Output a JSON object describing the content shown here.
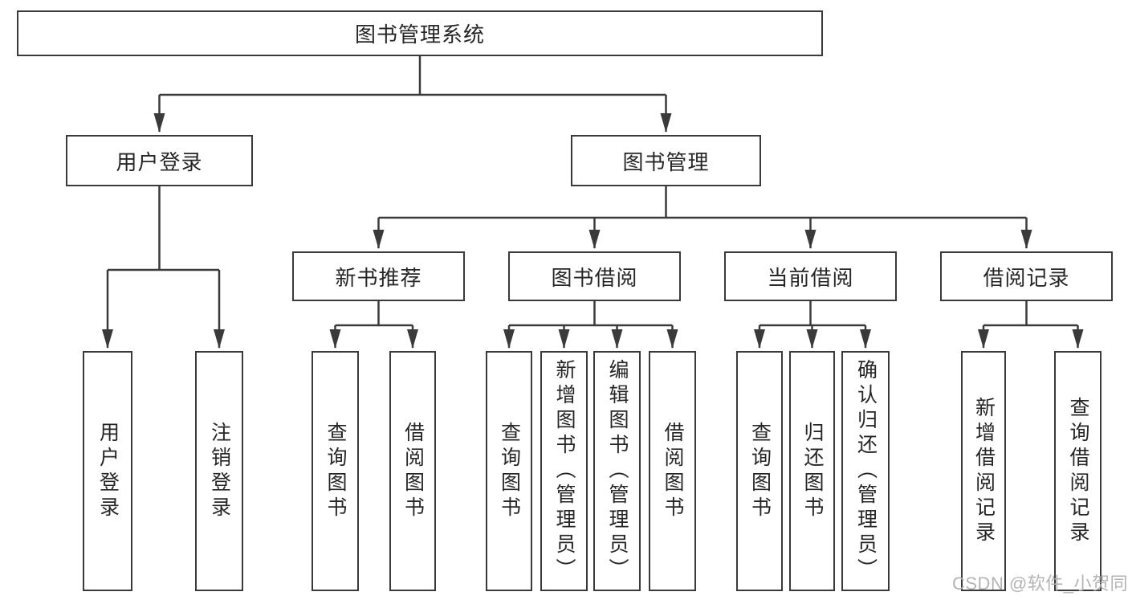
{
  "diagram": {
    "type": "hierarchy-tree",
    "background_color": "#ffffff",
    "line_color": "#3a3a3a",
    "text_color": "#262626",
    "watermark_color": "#b0b0b0",
    "root": {
      "label": "图书管理系统",
      "children": [
        {
          "label": "用户登录",
          "children": [
            {
              "label": "用户登录"
            },
            {
              "label": "注销登录"
            }
          ]
        },
        {
          "label": "图书管理",
          "children": [
            {
              "label": "新书推荐",
              "children": [
                {
                  "label": "查询图书"
                },
                {
                  "label": "借阅图书"
                }
              ]
            },
            {
              "label": "图书借阅",
              "children": [
                {
                  "label": "查询图书"
                },
                {
                  "label": "新增图书（管理员）"
                },
                {
                  "label": "编辑图书（管理员）"
                },
                {
                  "label": "借阅图书"
                }
              ]
            },
            {
              "label": "当前借阅",
              "children": [
                {
                  "label": "查询图书"
                },
                {
                  "label": "归还图书"
                },
                {
                  "label": "确认归还（管理员）"
                }
              ]
            },
            {
              "label": "借阅记录",
              "children": [
                {
                  "label": "新增借阅记录"
                },
                {
                  "label": "查询借阅记录"
                }
              ]
            }
          ]
        }
      ]
    },
    "watermark": "CSDN @软件_小贺同学"
  }
}
